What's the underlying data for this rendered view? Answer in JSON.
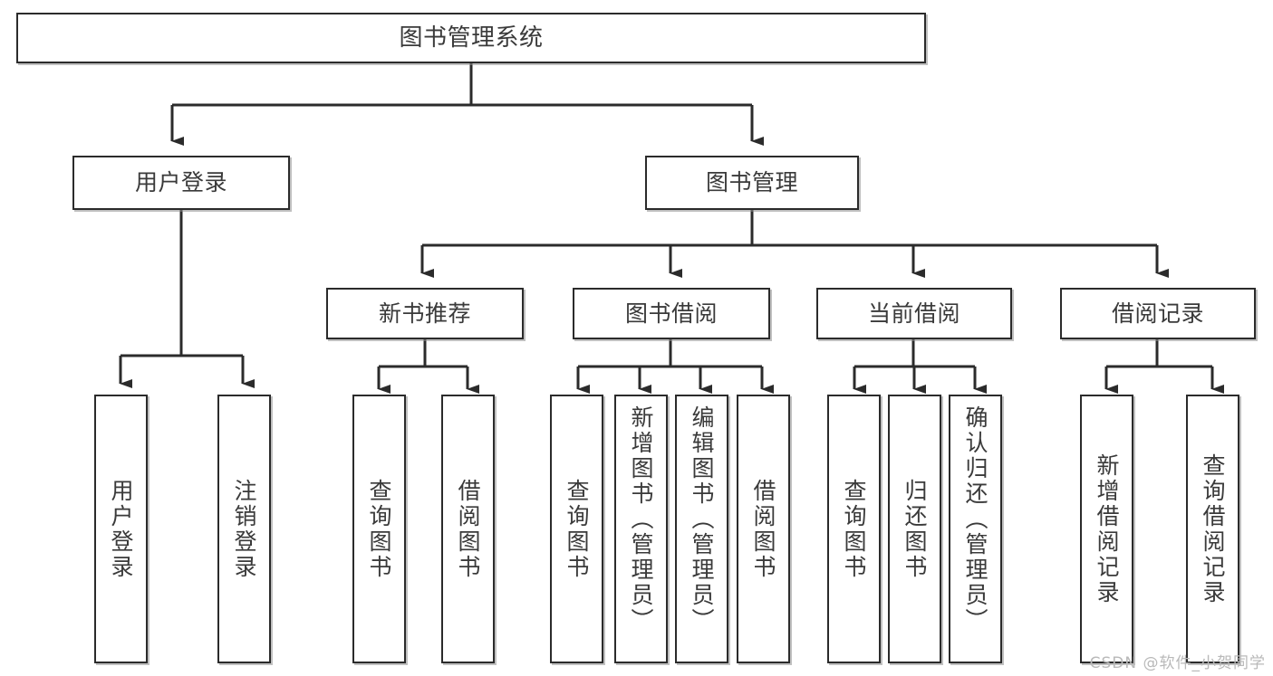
{
  "diagram": {
    "title": "图书管理系统",
    "type": "hierarchy-tree",
    "watermark": "CSDN @软件_小贺同学",
    "colors": {
      "box_border": "#2b2b2b",
      "box_fill": "#ffffff",
      "text": "#3a3a3a",
      "connector": "#2b2b2b",
      "watermark": "#b9b9b9",
      "background": "#ffffff"
    },
    "levels": {
      "root": {
        "label": "图书管理系统"
      },
      "level2": [
        {
          "id": "user-login",
          "label": "用户登录"
        },
        {
          "id": "book-management",
          "label": "图书管理"
        }
      ],
      "level3": [
        {
          "id": "new-book-recommend",
          "label": "新书推荐"
        },
        {
          "id": "book-borrow",
          "label": "图书借阅"
        },
        {
          "id": "current-borrow",
          "label": "当前借阅"
        },
        {
          "id": "borrow-record",
          "label": "借阅记录"
        }
      ],
      "leaves": {
        "user-login": [
          {
            "id": "leaf-user-login",
            "label": "用户登录"
          },
          {
            "id": "leaf-logout",
            "label": "注销登录"
          }
        ],
        "new-book-recommend": [
          {
            "id": "leaf-query-book-1",
            "label": "查询图书"
          },
          {
            "id": "leaf-borrow-book-1",
            "label": "借阅图书"
          }
        ],
        "book-borrow": [
          {
            "id": "leaf-query-book-2",
            "label": "查询图书"
          },
          {
            "id": "leaf-add-book",
            "label": "新增图书（管理员）"
          },
          {
            "id": "leaf-edit-book",
            "label": "编辑图书（管理员）"
          },
          {
            "id": "leaf-borrow-book-2",
            "label": "借阅图书"
          }
        ],
        "current-borrow": [
          {
            "id": "leaf-query-book-3",
            "label": "查询图书"
          },
          {
            "id": "leaf-return-book",
            "label": "归还图书"
          },
          {
            "id": "leaf-confirm-return",
            "label": "确认归还（管理员）"
          }
        ],
        "borrow-record": [
          {
            "id": "leaf-add-record",
            "label": "新增借阅记录"
          },
          {
            "id": "leaf-query-record",
            "label": "查询借阅记录"
          }
        ]
      }
    }
  }
}
